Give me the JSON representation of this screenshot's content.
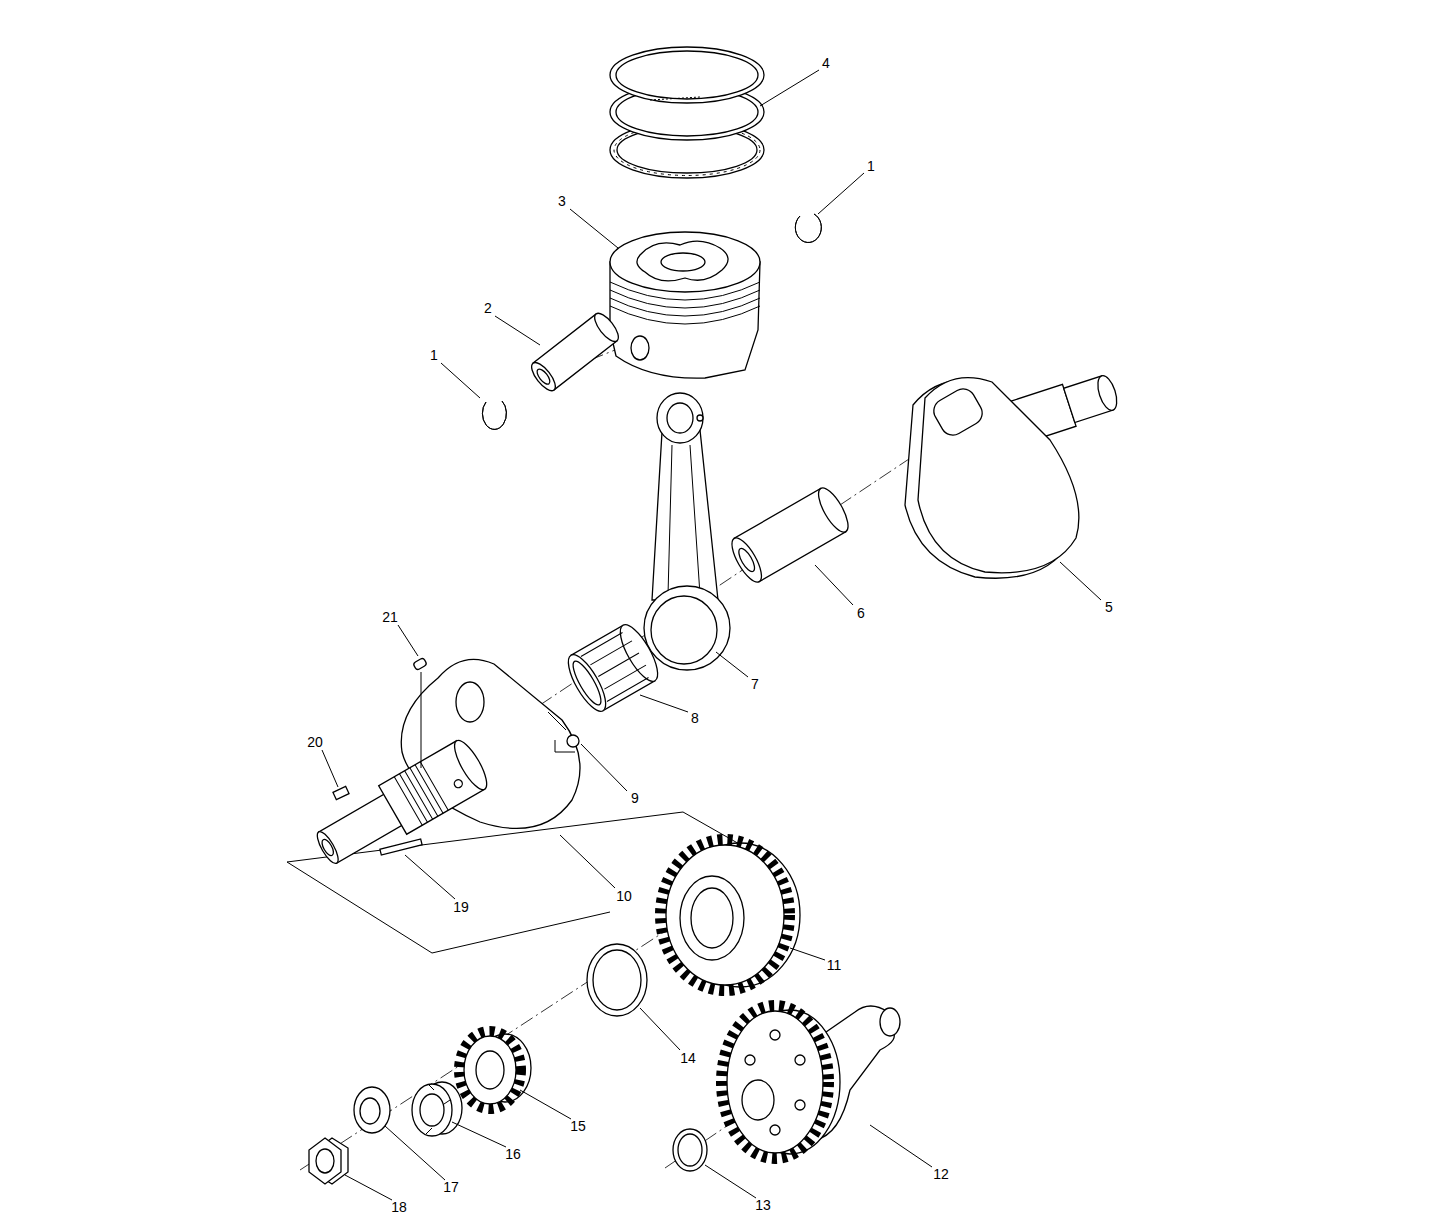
{
  "diagram": {
    "labels": [
      "4",
      "1",
      "3",
      "2",
      "1",
      "5",
      "6",
      "7",
      "21",
      "8",
      "20",
      "9",
      "10",
      "19",
      "11",
      "14",
      "15",
      "12",
      "16",
      "17",
      "13",
      "18"
    ]
  }
}
